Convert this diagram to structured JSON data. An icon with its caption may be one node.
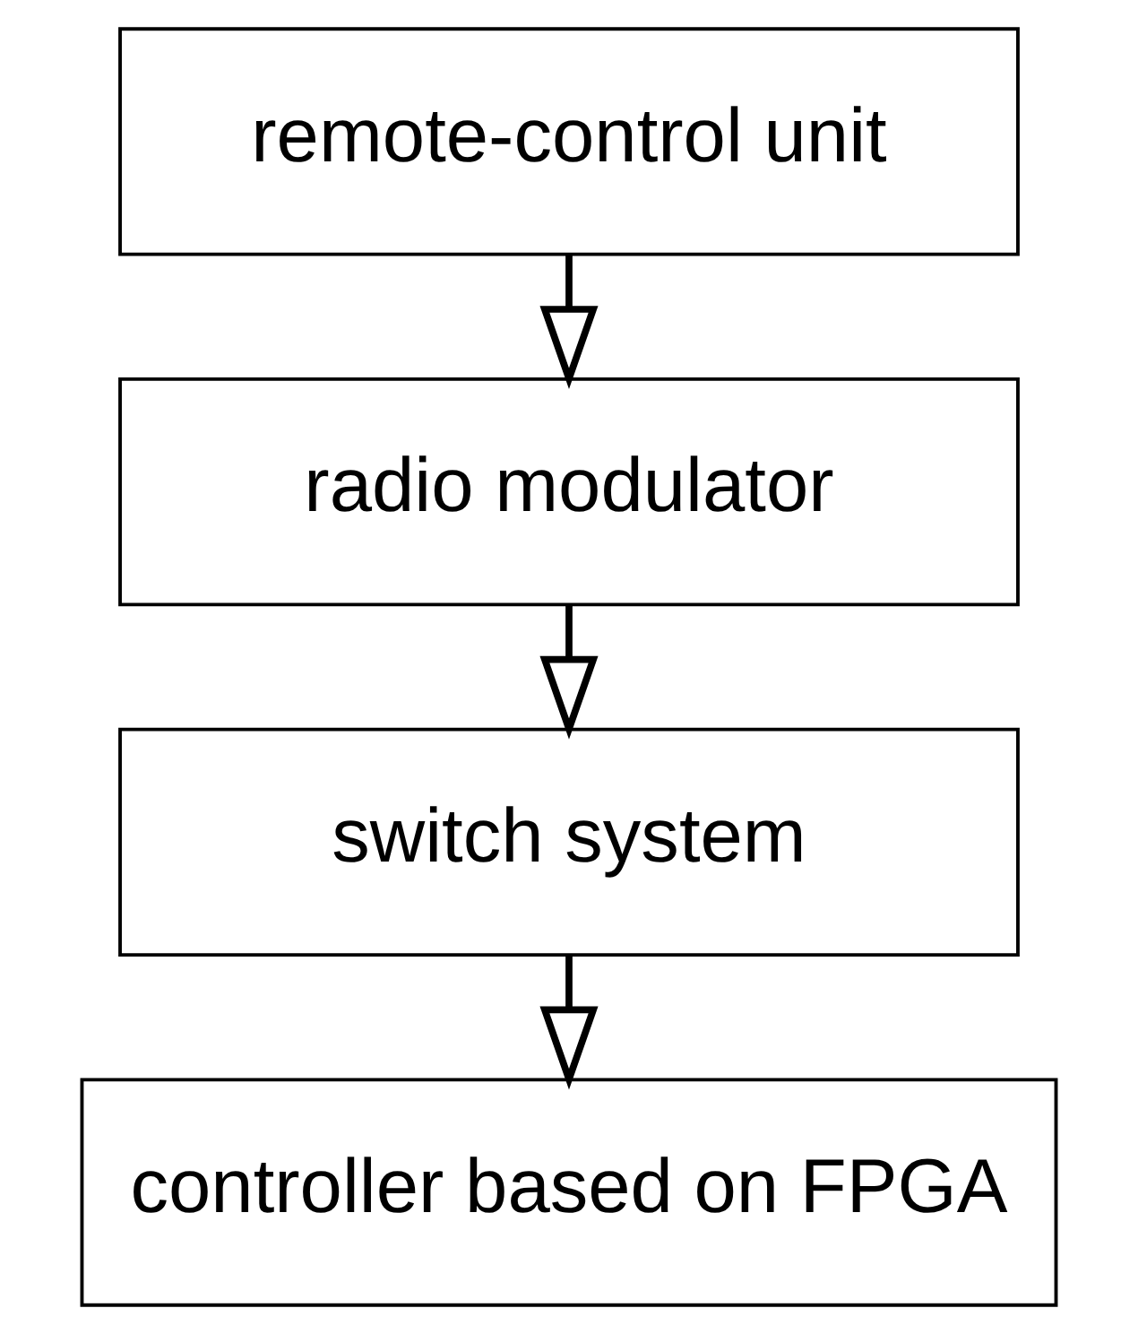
{
  "diagram": {
    "nodes": [
      {
        "text": [
          "remote-control unit"
        ]
      },
      {
        "text": [
          "radio modulator"
        ]
      },
      {
        "text": [
          "switch system"
        ]
      },
      {
        "text": [
          "controller based on FPGA"
        ]
      }
    ],
    "edges": [
      {
        "from": 0,
        "to": 1,
        "arrow": "to"
      },
      {
        "from": 1,
        "to": 2,
        "arrow": "to"
      },
      {
        "from": 2,
        "to": 3,
        "arrow": "to"
      }
    ]
  }
}
